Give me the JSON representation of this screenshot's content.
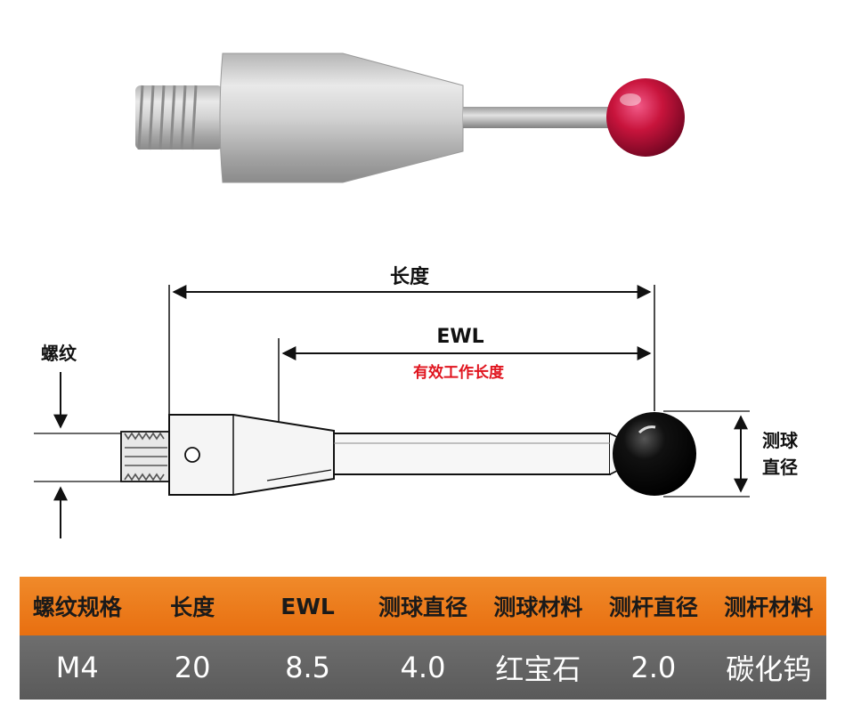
{
  "labels": {
    "length": "长度",
    "ewl": "EWL",
    "effective_length": "有效工作长度",
    "thread": "螺纹",
    "ball_diameter_line1": "测球",
    "ball_diameter_line2": "直径"
  },
  "colors": {
    "header_bg": "#ec7a1c",
    "row_bg": "#646464",
    "accent_red": "#e0141e",
    "ruby": "#c8143c"
  },
  "table": {
    "headers": [
      "螺纹规格",
      "长度",
      "EWL",
      "测球直径",
      "测球材料",
      "测杆直径",
      "测杆材料"
    ],
    "row": [
      "M4",
      "20",
      "8.5",
      "4.0",
      "红宝石",
      "2.0",
      "碳化钨"
    ]
  }
}
